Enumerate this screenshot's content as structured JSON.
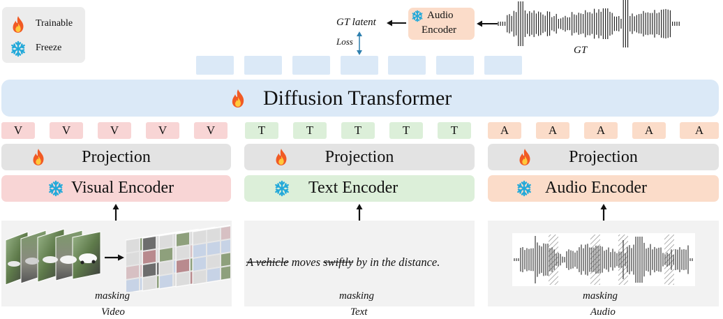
{
  "legend": {
    "trainable_label": "Trainable",
    "freeze_label": "Freeze"
  },
  "top": {
    "gt_latent_label": "GT latent",
    "loss_label": "Loss",
    "audio_encoder_line1": "Audio",
    "audio_encoder_line2": "Encoder",
    "gt_label": "GT"
  },
  "diffusion": {
    "title": "Diffusion Transformer"
  },
  "tokens": {
    "visual": "V",
    "text": "T",
    "audio": "A"
  },
  "columns": {
    "visual": {
      "projection": "Projection",
      "encoder": "Visual Encoder",
      "masking": "masking",
      "caption": "Video"
    },
    "text": {
      "projection": "Projection",
      "encoder": "Text Encoder",
      "masking": "masking",
      "caption": "Text",
      "sentence_struck_1": "A vehicle",
      "sentence_plain_1": " moves ",
      "sentence_struck_2": "swiftly",
      "sentence_plain_2": " by in the distance."
    },
    "audio": {
      "projection": "Projection",
      "encoder": "Audio Encoder",
      "masking": "masking",
      "caption": "Audio"
    }
  },
  "colors": {
    "diffusion_fill": "#dbe9f7",
    "visual": "#f8d5d5",
    "text": "#dcefd9",
    "audio": "#fbdcc9",
    "projection": "#e3e3e3",
    "legend_bg": "#ececec",
    "panel_bg": "#f2f2f2",
    "fire": "#f15a24",
    "snow": "#23a9d9"
  },
  "icons": {
    "trainable": "fire-icon",
    "freeze": "snowflake-icon"
  }
}
